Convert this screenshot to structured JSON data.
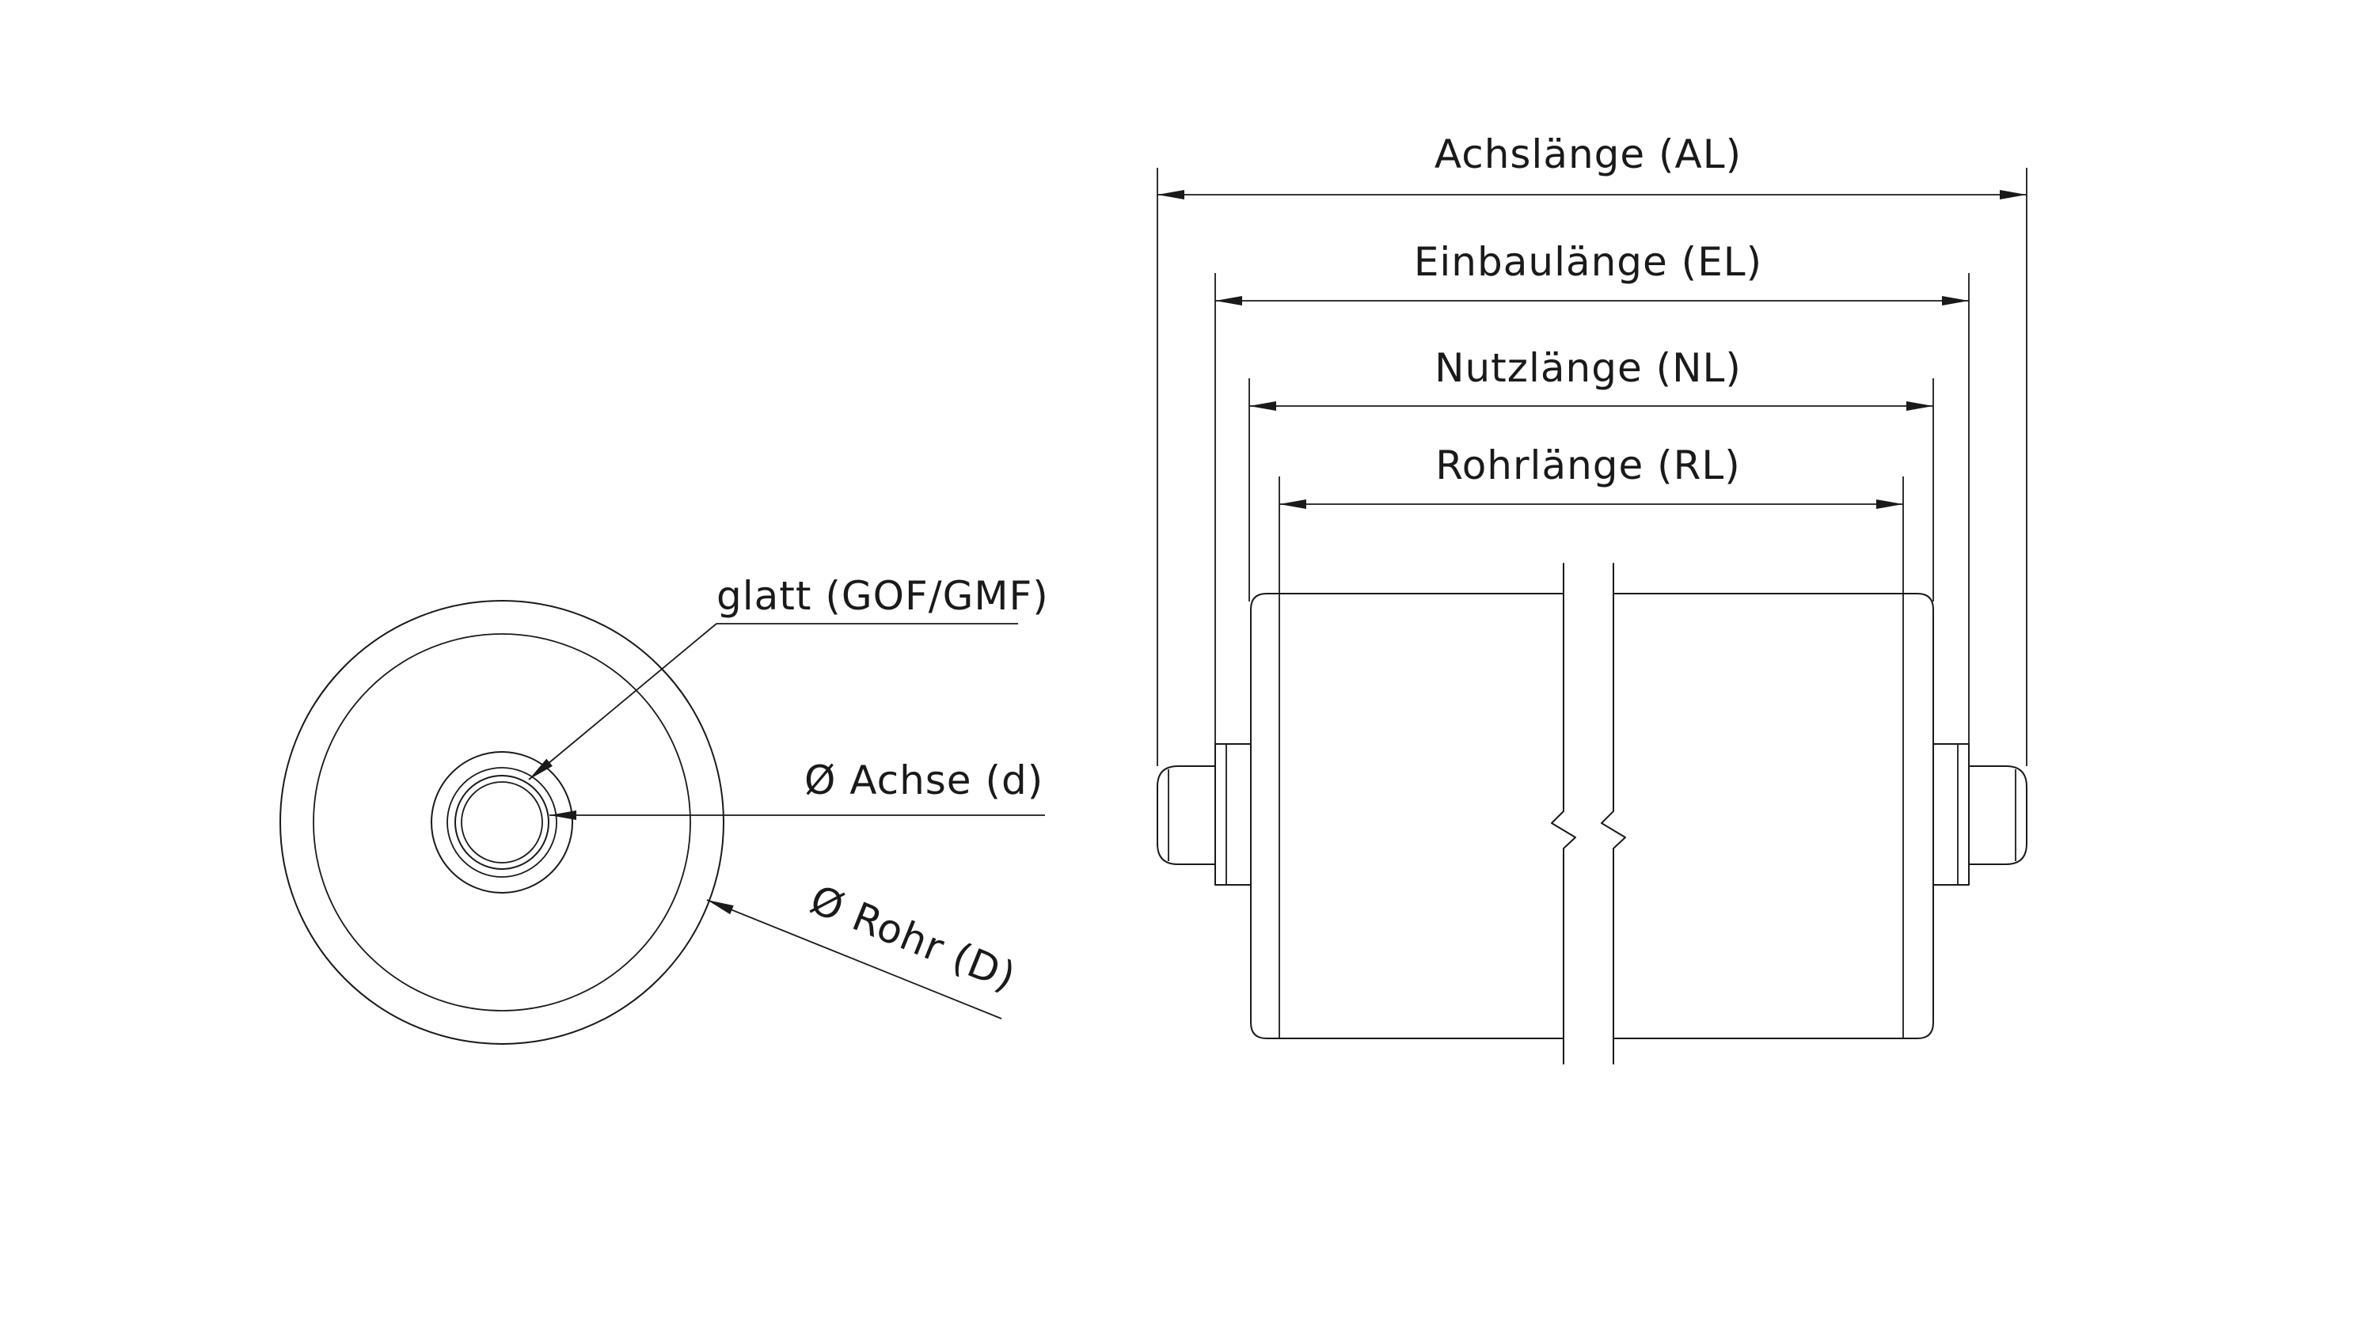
{
  "labels": {
    "axle_length": "Achslänge (AL)",
    "installation_length": "Einbaulänge (EL)",
    "usable_length": "Nutzlänge (NL)",
    "tube_length": "Rohrlänge (RL)",
    "smooth": "glatt (GOF/GMF)",
    "axle_diameter": "Ø Achse (d)",
    "tube_diameter": "Ø Rohr (D)"
  },
  "colors": {
    "line": "#1a1a1a",
    "background": "#ffffff"
  }
}
